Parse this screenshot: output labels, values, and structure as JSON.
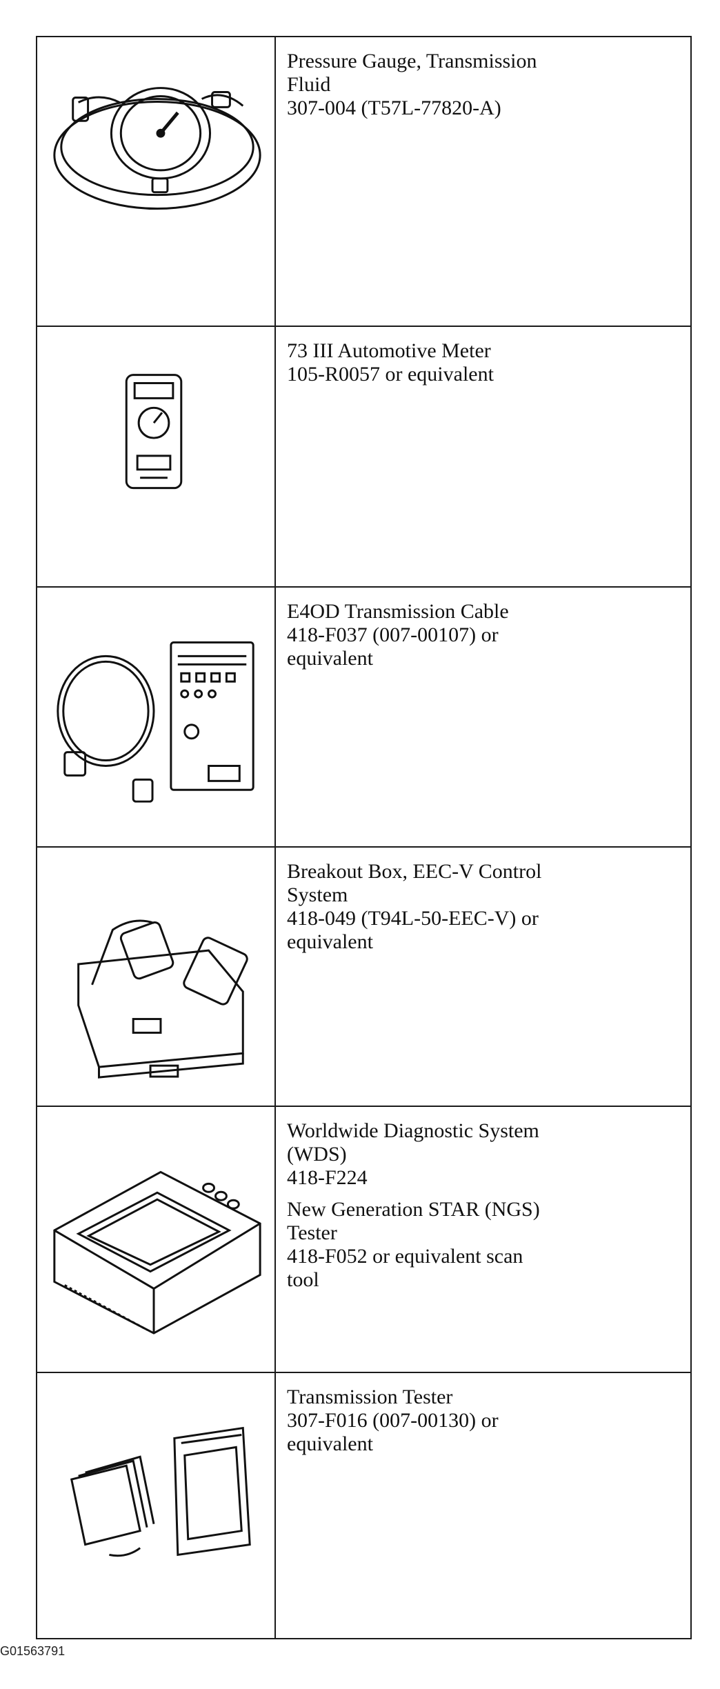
{
  "tools": [
    {
      "illustration": "pressure-gauge-illustration",
      "paragraphs": [
        [
          "Pressure Gauge, Transmission",
          "Fluid",
          "307-004 (T57L-77820-A)"
        ]
      ]
    },
    {
      "illustration": "automotive-meter-illustration",
      "paragraphs": [
        [
          "73 III Automotive Meter",
          "105-R0057 or equivalent"
        ]
      ]
    },
    {
      "illustration": "transmission-cable-illustration",
      "paragraphs": [
        [
          "E4OD Transmission Cable",
          "418-F037 (007-00107) or",
          "equivalent"
        ]
      ]
    },
    {
      "illustration": "breakout-box-illustration",
      "paragraphs": [
        [
          "Breakout Box, EEC-V Control",
          "System",
          "418-049 (T94L-50-EEC-V) or",
          "equivalent"
        ]
      ]
    },
    {
      "illustration": "diagnostic-system-illustration",
      "paragraphs": [
        [
          "Worldwide Diagnostic System",
          "(WDS)",
          "418-F224"
        ],
        [
          "New Generation STAR (NGS)",
          "Tester",
          "418-F052 or equivalent scan",
          "tool"
        ]
      ]
    },
    {
      "illustration": "transmission-tester-illustration",
      "paragraphs": [
        [
          "Transmission Tester",
          "307-F016 (007-00130) or",
          "equivalent"
        ]
      ]
    }
  ],
  "figure_id": "G01563791"
}
